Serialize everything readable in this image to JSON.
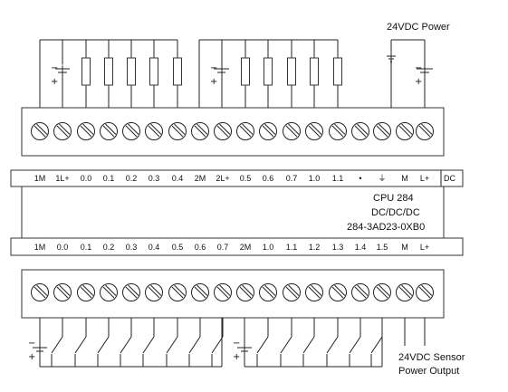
{
  "power_label": "24VDC Power",
  "sensor_label_1": "24VDC Sensor",
  "sensor_label_2": "Power Output",
  "top_labels": [
    "1M",
    "1L+",
    "0.0",
    "0.1",
    "0.2",
    "0.3",
    "0.4",
    "2M",
    "2L+",
    "0.5",
    "0.6",
    "0.7",
    "1.0",
    "1.1",
    "•",
    "⏚",
    "M",
    "L+"
  ],
  "top_dc_label": "DC",
  "cpu_lines": [
    "CPU 284",
    "DC/DC/DC",
    "284-3AD23-0XB0"
  ],
  "bottom_labels": [
    "1M",
    "0.0",
    "0.1",
    "0.2",
    "0.3",
    "0.4",
    "0.5",
    "0.6",
    "0.7",
    "2M",
    "1.0",
    "1.1",
    "1.2",
    "1.3",
    "1.4",
    "1.5",
    "M",
    "L+"
  ],
  "symbols": {
    "plus": "+",
    "minus": "−"
  }
}
